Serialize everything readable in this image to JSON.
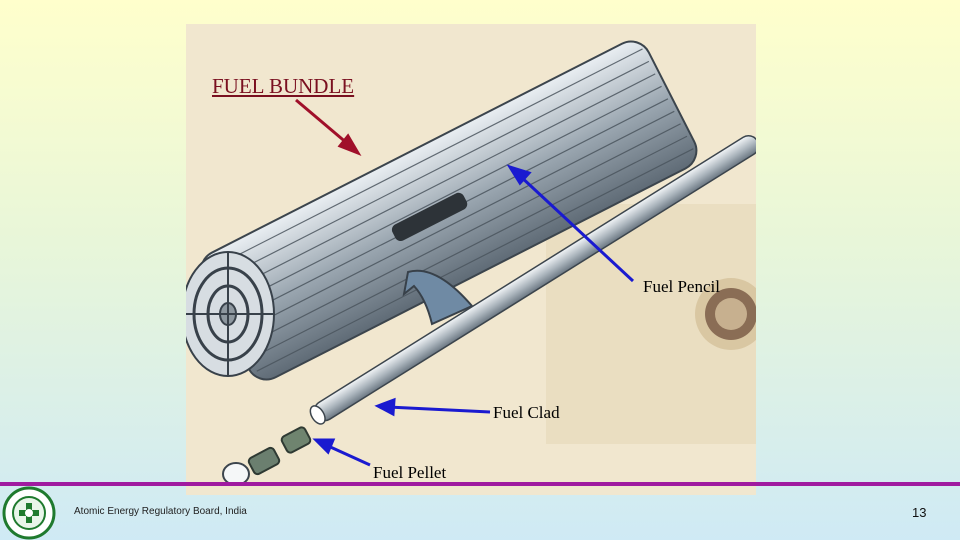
{
  "slide": {
    "labels": {
      "fuel_bundle": "FUEL BUNDLE",
      "fuel_pencil": "Fuel Pencil",
      "fuel_clad": "Fuel Clad",
      "fuel_pellet": "Fuel Pellet"
    },
    "footer": {
      "organization": "Atomic Energy Regulatory Board, India",
      "page_number": "13"
    }
  },
  "colors": {
    "footer_rule": "#a01aa0",
    "bundle_arrow": "#a0102a",
    "pointer_arrows": "#1a1ad0",
    "bundle_label": "#7a1020"
  }
}
